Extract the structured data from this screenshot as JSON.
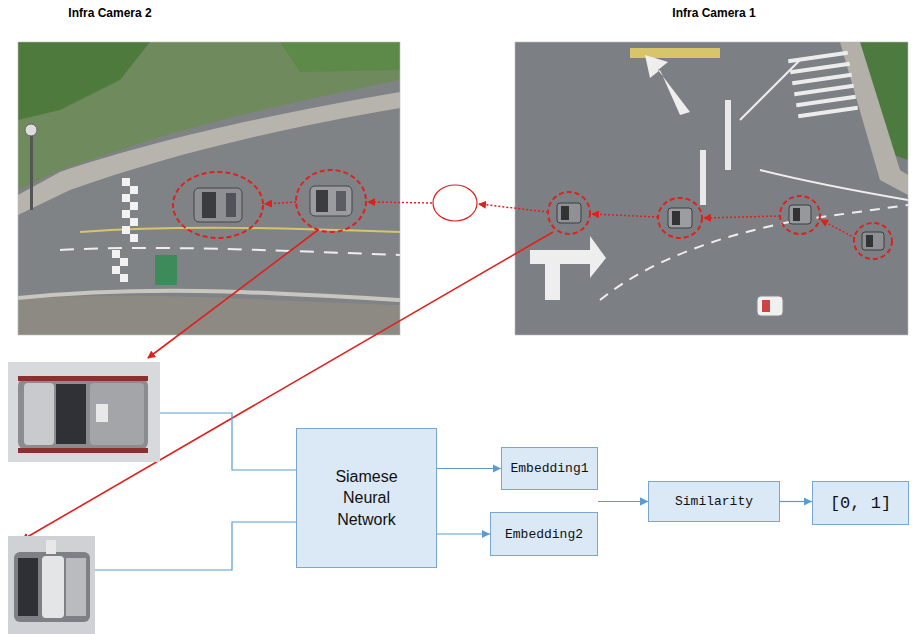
{
  "diagram": {
    "nodes": [
      {
        "text": [
          "Siamese Neural Network"
        ]
      },
      {
        "text": [
          "Embedding1"
        ]
      },
      {
        "text": [
          "Embedding2"
        ]
      },
      {
        "text": [
          "Similarity"
        ]
      },
      {
        "text": [
          "[0, 1]"
        ]
      }
    ],
    "edges": [
      {
        "from": 0,
        "to": 1,
        "arrow": "to"
      },
      {
        "from": 0,
        "to": 2,
        "arrow": "to"
      },
      {
        "from": 1,
        "to": 3,
        "arrow": "to"
      },
      {
        "from": 2,
        "to": 3,
        "arrow": "to"
      },
      {
        "from": 3,
        "to": 4,
        "arrow": "to"
      }
    ],
    "labels": [
      "Infra Camera 2",
      "Infra Camera 1"
    ]
  }
}
